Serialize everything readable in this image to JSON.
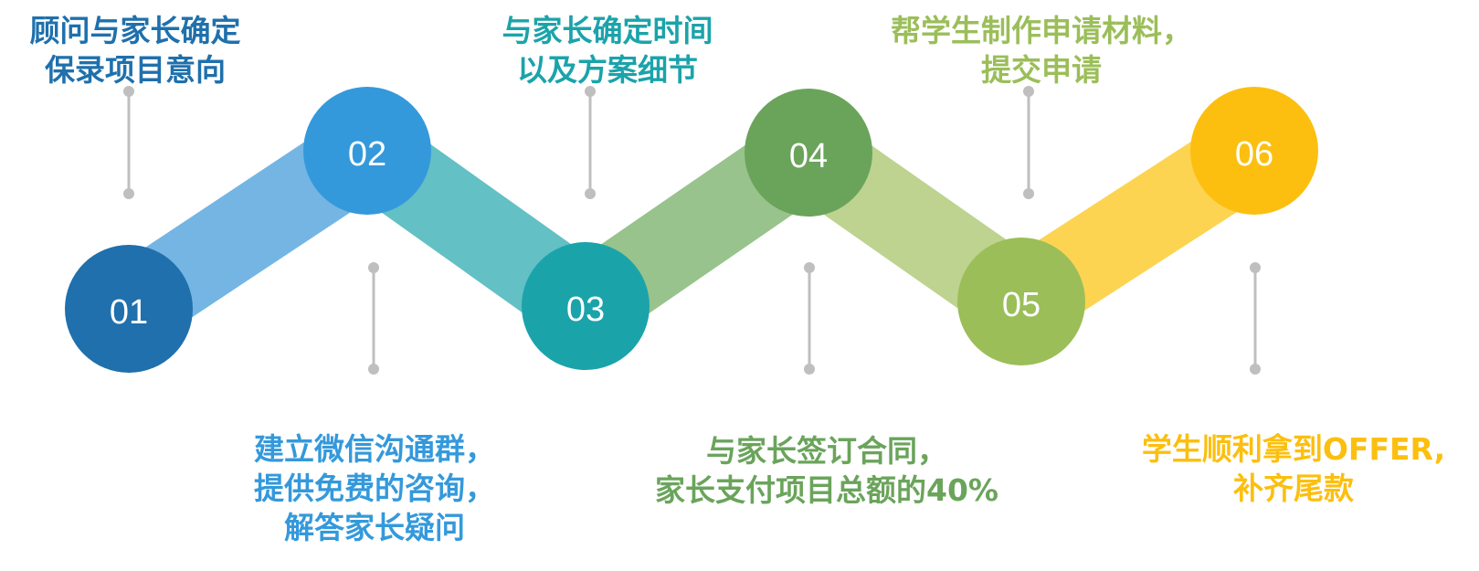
{
  "steps": [
    {
      "number": "01",
      "color": "#1F70AC",
      "band_color": "#74B5E4",
      "lines": [
        "顾问与家长确定",
        "保录项目意向"
      ]
    },
    {
      "number": "02",
      "color": "#3499DB",
      "band_color": "#63C0C4",
      "lines": [
        "建立微信沟通群，",
        "提供免费的咨询，",
        "解答家长疑问"
      ]
    },
    {
      "number": "03",
      "color": "#1BA3AA",
      "band_color": "#98C38C",
      "lines": [
        "与家长确定时间",
        "以及方案细节"
      ]
    },
    {
      "number": "04",
      "color": "#6AA45B",
      "band_color": "#BDD38F",
      "lines": [
        "与家长签订合同，",
        "家长支付项目总额的40%"
      ]
    },
    {
      "number": "05",
      "color": "#9BBE59",
      "band_color": "#FDD452",
      "lines": [
        "帮学生制作申请材料，",
        "提交申请"
      ]
    },
    {
      "number": "06",
      "color": "#FCBF0F",
      "band_color": "",
      "lines": [
        "学生顺利拿到OFFER,",
        "补齐尾款"
      ]
    }
  ],
  "connector_color": "#BFBFBF"
}
